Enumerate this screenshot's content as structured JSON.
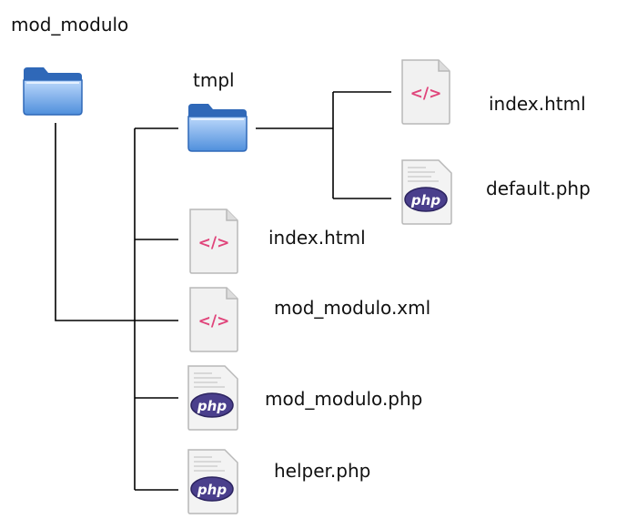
{
  "root": {
    "label": "mod_modulo",
    "icon": "folder-icon"
  },
  "tmpl": {
    "label": "tmpl",
    "icon": "folder-icon"
  },
  "tmpl_files": [
    {
      "label": "index.html",
      "icon": "html-file-icon"
    },
    {
      "label": "default.php",
      "icon": "php-file-icon"
    }
  ],
  "root_files": [
    {
      "label": "index.html",
      "icon": "html-file-icon"
    },
    {
      "label": "mod_modulo.xml",
      "icon": "html-file-icon"
    },
    {
      "label": "mod_modulo.php",
      "icon": "php-file-icon"
    },
    {
      "label": "helper.php",
      "icon": "php-file-icon"
    }
  ],
  "colors": {
    "folder": "#5b9be6",
    "code_tag": "#e0457b",
    "php_badge": "#4a3f8c"
  }
}
